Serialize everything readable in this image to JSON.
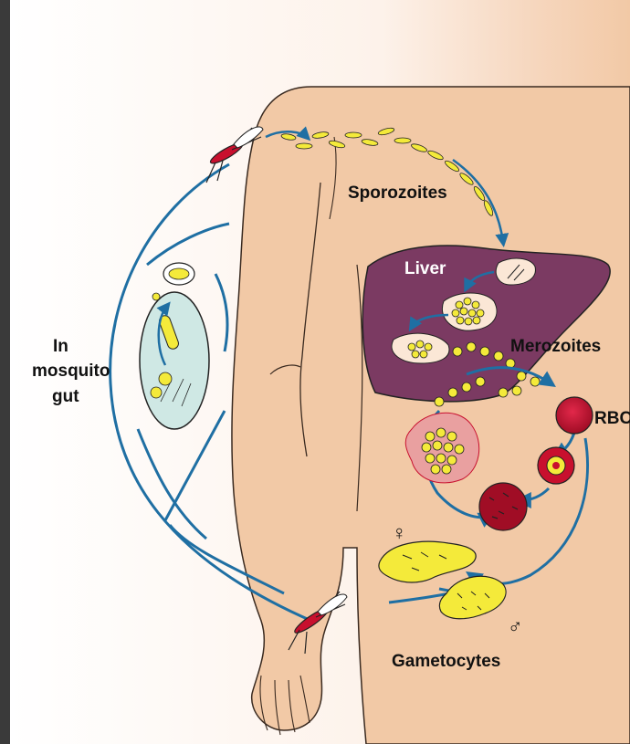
{
  "labels": {
    "sporozoites": "Sporozoites",
    "liver": "Liver",
    "merozoites": "Merozoites",
    "rbc": "RBC",
    "gametocytes": "Gametocytes",
    "mosquito_gut_line1": "In",
    "mosquito_gut_line2": "mosquito",
    "mosquito_gut_line3": "gut",
    "female_symbol": "♀",
    "male_symbol": "♂"
  },
  "colors": {
    "frame_background": "#3a3a3a",
    "skin": "#f2c9a6",
    "skin_fade": "#fbe7d6",
    "liver": "#7b3a62",
    "arrow_blue": "#1f6fa3",
    "parasite_yellow": "#f4ea3a",
    "rbc_red": "#c8102e",
    "gut_fill": "#cfe8e4"
  }
}
